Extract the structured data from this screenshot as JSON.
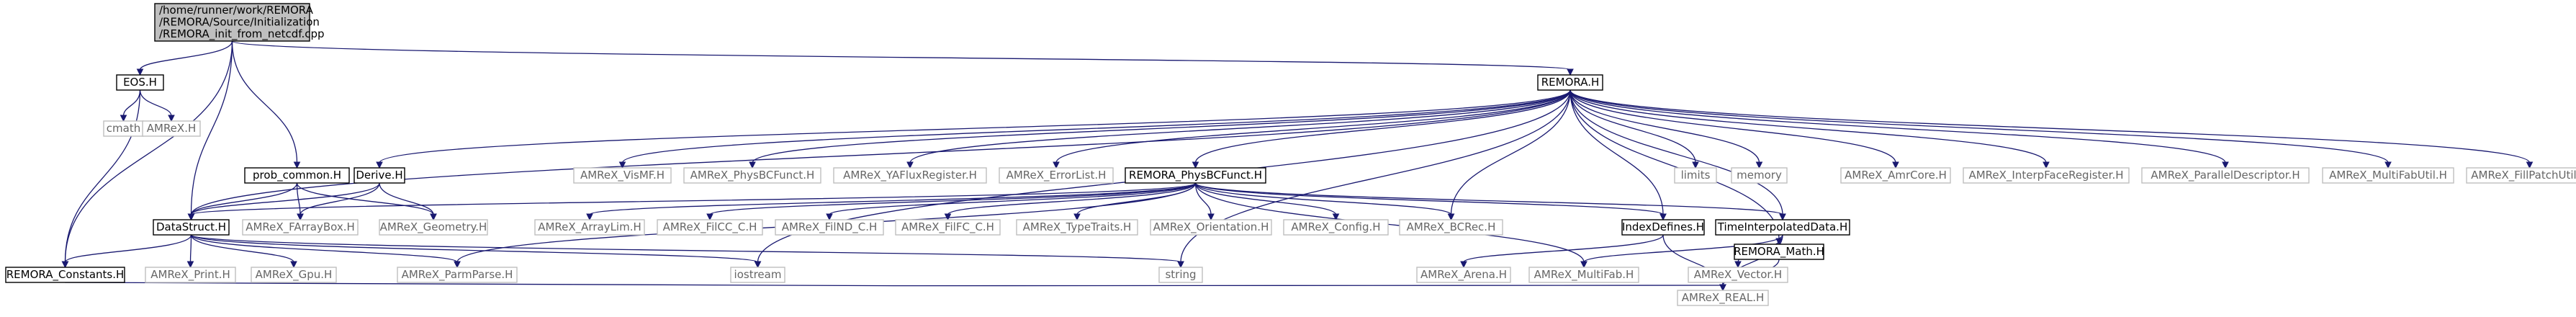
{
  "graph": {
    "colors": {
      "root_fill": "#bfbfbf",
      "documented_fill": "#ffffff",
      "documented_stroke": "#000000",
      "external_stroke": "#bfbfbf",
      "documented_text": "#000000",
      "external_text": "#666666",
      "edge": "#191970"
    },
    "nodes": [
      {
        "id": "root",
        "lines": [
          "/home/runner/work/REMORA",
          "/REMORA/Source/Initialization",
          "/REMORA_init_from_netcdf.cpp"
        ],
        "kind": "root"
      },
      {
        "id": "eos",
        "lines": [
          "EOS.H"
        ],
        "kind": "doc"
      },
      {
        "id": "remora",
        "lines": [
          "REMORA.H"
        ],
        "kind": "doc"
      },
      {
        "id": "cmath",
        "lines": [
          "cmath"
        ],
        "kind": "ext"
      },
      {
        "id": "amrex_h",
        "lines": [
          "AMReX.H"
        ],
        "kind": "ext"
      },
      {
        "id": "derive",
        "lines": [
          "Derive.H"
        ],
        "kind": "doc"
      },
      {
        "id": "probcommon",
        "lines": [
          "prob_common.H"
        ],
        "kind": "doc"
      },
      {
        "id": "vismf",
        "lines": [
          "AMReX_VisMF.H"
        ],
        "kind": "ext"
      },
      {
        "id": "physbcfunct_ext",
        "lines": [
          "AMReX_PhysBCFunct.H"
        ],
        "kind": "ext"
      },
      {
        "id": "yaflux",
        "lines": [
          "AMReX_YAFluxRegister.H"
        ],
        "kind": "ext"
      },
      {
        "id": "errorlist",
        "lines": [
          "AMReX_ErrorList.H"
        ],
        "kind": "ext"
      },
      {
        "id": "remora_physbc",
        "lines": [
          "REMORA_PhysBCFunct.H"
        ],
        "kind": "doc"
      },
      {
        "id": "limits",
        "lines": [
          "limits"
        ],
        "kind": "ext"
      },
      {
        "id": "memory",
        "lines": [
          "memory"
        ],
        "kind": "ext"
      },
      {
        "id": "amrcore",
        "lines": [
          "AMReX_AmrCore.H"
        ],
        "kind": "ext"
      },
      {
        "id": "interpface",
        "lines": [
          "AMReX_InterpFaceRegister.H"
        ],
        "kind": "ext"
      },
      {
        "id": "paralleldesc",
        "lines": [
          "AMReX_ParallelDescriptor.H"
        ],
        "kind": "ext"
      },
      {
        "id": "multifabutil",
        "lines": [
          "AMReX_MultiFabUtil.H"
        ],
        "kind": "ext"
      },
      {
        "id": "fillpatchutil",
        "lines": [
          "AMReX_FillPatchUtil.H"
        ],
        "kind": "ext"
      },
      {
        "id": "datastruct",
        "lines": [
          "DataStruct.H"
        ],
        "kind": "doc"
      },
      {
        "id": "farraybox",
        "lines": [
          "AMReX_FArrayBox.H"
        ],
        "kind": "ext"
      },
      {
        "id": "geometry",
        "lines": [
          "AMReX_Geometry.H"
        ],
        "kind": "ext"
      },
      {
        "id": "arraylim",
        "lines": [
          "AMReX_ArrayLim.H"
        ],
        "kind": "ext"
      },
      {
        "id": "fillcc",
        "lines": [
          "AMReX_FilCC_C.H"
        ],
        "kind": "ext"
      },
      {
        "id": "fillnd",
        "lines": [
          "AMReX_FilND_C.H"
        ],
        "kind": "ext"
      },
      {
        "id": "filfc",
        "lines": [
          "AMReX_FilFC_C.H"
        ],
        "kind": "ext"
      },
      {
        "id": "typetraits",
        "lines": [
          "AMReX_TypeTraits.H"
        ],
        "kind": "ext"
      },
      {
        "id": "orientation",
        "lines": [
          "AMReX_Orientation.H"
        ],
        "kind": "ext"
      },
      {
        "id": "config",
        "lines": [
          "AMReX_Config.H"
        ],
        "kind": "ext"
      },
      {
        "id": "bcrec",
        "lines": [
          "AMReX_BCRec.H"
        ],
        "kind": "ext"
      },
      {
        "id": "indexdefines",
        "lines": [
          "IndexDefines.H"
        ],
        "kind": "doc"
      },
      {
        "id": "timeinterp",
        "lines": [
          "TimeInterpolatedData.H"
        ],
        "kind": "doc"
      },
      {
        "id": "constants",
        "lines": [
          "REMORA_Constants.H"
        ],
        "kind": "doc"
      },
      {
        "id": "print",
        "lines": [
          "AMReX_Print.H"
        ],
        "kind": "ext"
      },
      {
        "id": "gpu",
        "lines": [
          "AMReX_Gpu.H"
        ],
        "kind": "ext"
      },
      {
        "id": "parmparse",
        "lines": [
          "AMReX_ParmParse.H"
        ],
        "kind": "ext"
      },
      {
        "id": "iostream",
        "lines": [
          "iostream"
        ],
        "kind": "ext"
      },
      {
        "id": "string",
        "lines": [
          "string"
        ],
        "kind": "ext"
      },
      {
        "id": "arena",
        "lines": [
          "AMReX_Arena.H"
        ],
        "kind": "ext"
      },
      {
        "id": "multifab",
        "lines": [
          "AMReX_MultiFab.H"
        ],
        "kind": "ext"
      },
      {
        "id": "vector",
        "lines": [
          "AMReX_Vector.H"
        ],
        "kind": "ext"
      },
      {
        "id": "remora_math",
        "lines": [
          "REMORA_Math.H"
        ],
        "kind": "doc"
      },
      {
        "id": "real",
        "lines": [
          "AMReX_REAL.H"
        ],
        "kind": "ext"
      }
    ],
    "edges": [
      [
        "root",
        "eos"
      ],
      [
        "root",
        "remora"
      ],
      [
        "root",
        "datastruct"
      ],
      [
        "root",
        "probcommon"
      ],
      [
        "root",
        "constants"
      ],
      [
        "eos",
        "cmath"
      ],
      [
        "eos",
        "amrex_h"
      ],
      [
        "eos",
        "constants"
      ],
      [
        "remora",
        "derive"
      ],
      [
        "remora",
        "vismf"
      ],
      [
        "remora",
        "physbcfunct_ext"
      ],
      [
        "remora",
        "yaflux"
      ],
      [
        "remora",
        "errorlist"
      ],
      [
        "remora",
        "remora_physbc"
      ],
      [
        "remora",
        "limits"
      ],
      [
        "remora",
        "memory"
      ],
      [
        "remora",
        "amrcore"
      ],
      [
        "remora",
        "interpface"
      ],
      [
        "remora",
        "paralleldesc"
      ],
      [
        "remora",
        "multifabutil"
      ],
      [
        "remora",
        "fillpatchutil"
      ],
      [
        "remora",
        "datastruct"
      ],
      [
        "remora",
        "indexdefines"
      ],
      [
        "remora",
        "timeinterp"
      ],
      [
        "remora",
        "remora_math"
      ],
      [
        "remora",
        "bcrec"
      ],
      [
        "remora",
        "iostream"
      ],
      [
        "remora",
        "string"
      ],
      [
        "derive",
        "farraybox"
      ],
      [
        "derive",
        "geometry"
      ],
      [
        "derive",
        "datastruct"
      ],
      [
        "probcommon",
        "datastruct"
      ],
      [
        "probcommon",
        "farraybox"
      ],
      [
        "probcommon",
        "geometry"
      ],
      [
        "remora_physbc",
        "datastruct"
      ],
      [
        "remora_physbc",
        "arraylim"
      ],
      [
        "remora_physbc",
        "fillcc"
      ],
      [
        "remora_physbc",
        "fillnd"
      ],
      [
        "remora_physbc",
        "filfc"
      ],
      [
        "remora_physbc",
        "typetraits"
      ],
      [
        "remora_physbc",
        "orientation"
      ],
      [
        "remora_physbc",
        "config"
      ],
      [
        "remora_physbc",
        "bcrec"
      ],
      [
        "remora_physbc",
        "indexdefines"
      ],
      [
        "remora_physbc",
        "timeinterp"
      ],
      [
        "remora_physbc",
        "multifab"
      ],
      [
        "remora_physbc",
        "parmparse"
      ],
      [
        "datastruct",
        "constants"
      ],
      [
        "datastruct",
        "print"
      ],
      [
        "datastruct",
        "gpu"
      ],
      [
        "datastruct",
        "parmparse"
      ],
      [
        "datastruct",
        "iostream"
      ],
      [
        "datastruct",
        "string"
      ],
      [
        "constants",
        "real"
      ],
      [
        "indexdefines",
        "arena"
      ],
      [
        "indexdefines",
        "real"
      ],
      [
        "timeinterp",
        "multifab"
      ],
      [
        "timeinterp",
        "vector"
      ],
      [
        "timeinterp",
        "real"
      ],
      [
        "remora_math",
        "real"
      ]
    ]
  }
}
